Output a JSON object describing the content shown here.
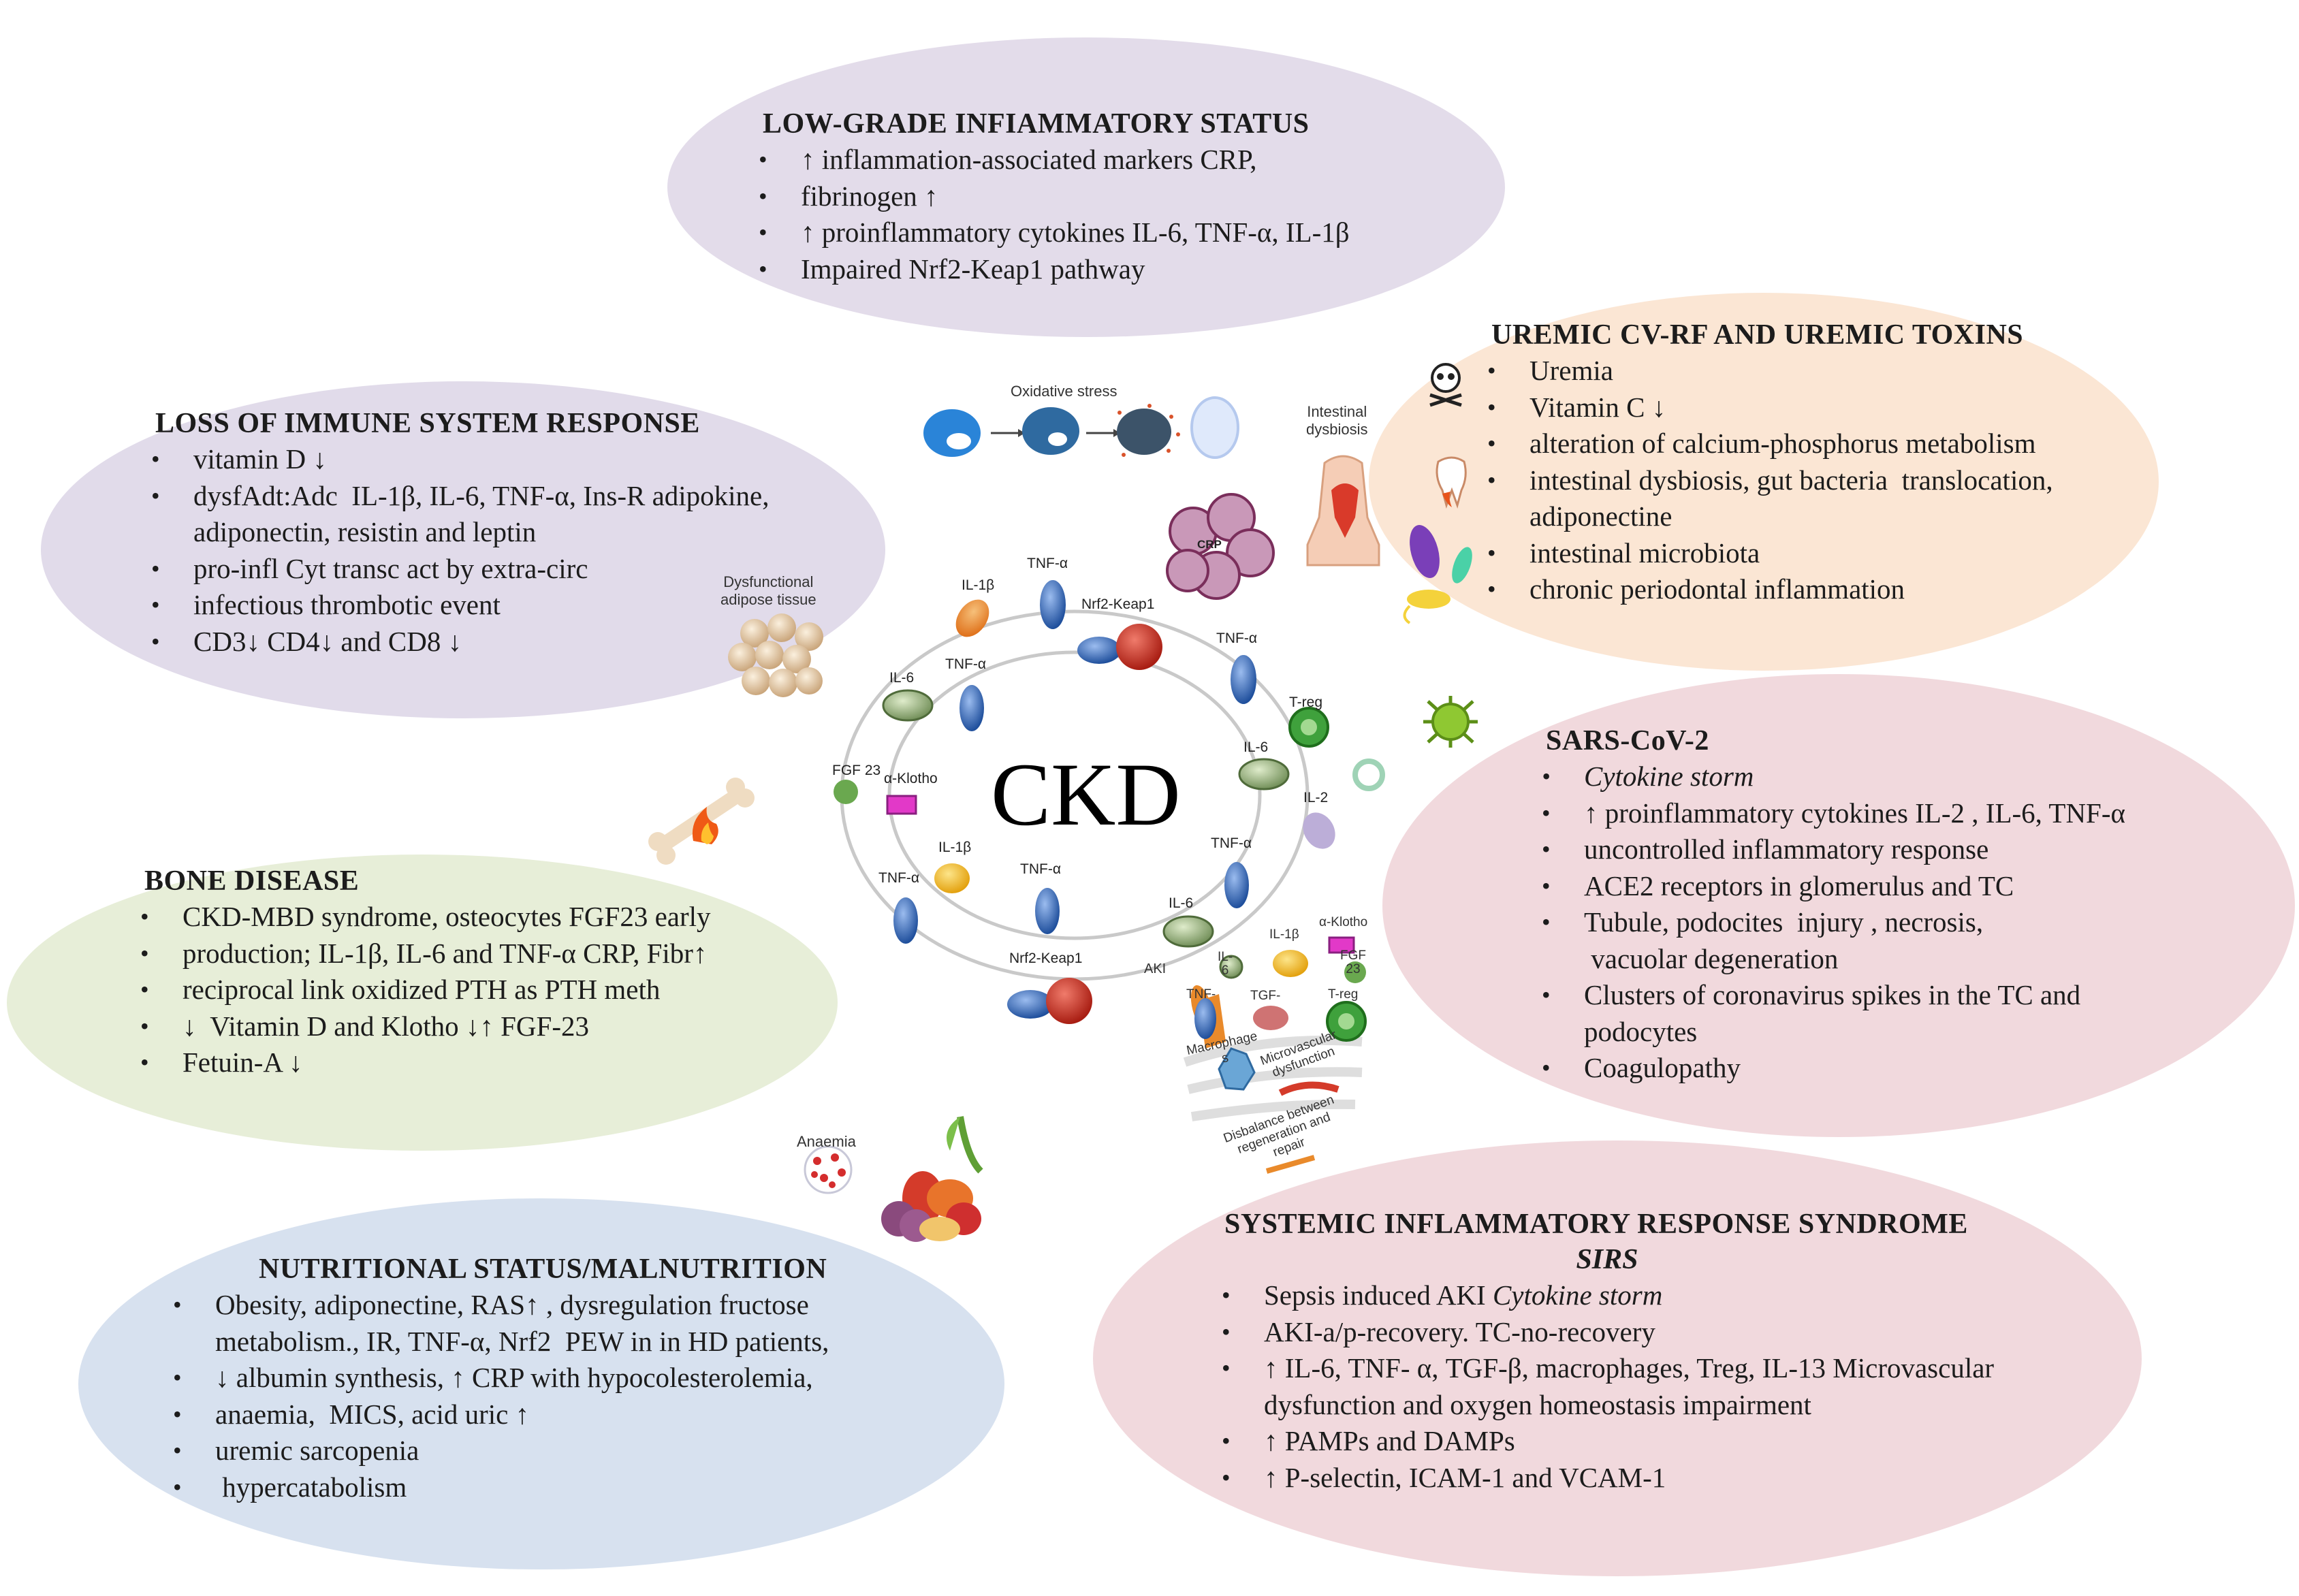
{
  "center_label": "CKD",
  "panels": {
    "inflammatory": {
      "title": "LOW-GRADE INFIAMMATORY STATUS",
      "color": "#e3dcea",
      "items": [
        {
          "text": "↑ inflammation-associated markers CRP,"
        },
        {
          "text": "fibrinogen ↑"
        },
        {
          "text": "↑ proinflammatory cytokines IL-6, TNF-α, IL-1β"
        },
        {
          "text": "Impaired Nrf2-Keap1 pathway"
        }
      ]
    },
    "immune": {
      "title": "LOSS OF IMMUNE SYSTEM RESPONSE",
      "color": "#e1dbea",
      "items": [
        {
          "text": "vitamin D ↓"
        },
        {
          "text": "dysfAdt:Adc  IL-1β, IL-6, TNF-α, Ins-R adipokine,\nadiponectin, resistin and leptin"
        },
        {
          "text": "pro-infl Cyt transc act by extra-circ"
        },
        {
          "text": "infectious thrombotic event"
        },
        {
          "text": "CD3↓ CD4↓ and CD8 ↓"
        }
      ]
    },
    "uremic": {
      "title": "UREMIC CV-RF AND UREMIC TOXINS",
      "color": "#fbe6d4",
      "items": [
        {
          "text": "Uremia"
        },
        {
          "text": "Vitamin C ↓"
        },
        {
          "text": "alteration of calcium-phosphorus metabolism"
        },
        {
          "text": "intestinal dysbiosis, gut bacteria  translocation,\nadiponectine"
        },
        {
          "text": "intestinal microbiota"
        },
        {
          "text": "chronic periodontal inflammation"
        }
      ]
    },
    "bone": {
      "title": "BONE DISEASE",
      "color": "#e7eed8",
      "items": [
        {
          "text": "CKD-MBD syndrome, osteocytes FGF23 early"
        },
        {
          "text": "production; IL-1β, IL-6 and TNF-α CRP, Fibr↑"
        },
        {
          "text": "reciprocal link oxidized PTH as PTH meth"
        },
        {
          "text": "↓  Vitamin D and Klotho ↓↑ FGF-23"
        },
        {
          "text": "Fetuin-A ↓"
        }
      ]
    },
    "sars": {
      "title": "SARS-CoV-2",
      "color": "#f1d9dd",
      "items": [
        {
          "text": "Cytokine storm",
          "italic": true
        },
        {
          "text": "↑ proinflammatory cytokines IL-2 , IL-6, TNF-α"
        },
        {
          "text": "uncontrolled inflammatory response"
        },
        {
          "text": "ACE2 receptors in glomerulus and TC"
        },
        {
          "text": "Tubule, podocites  injury , necrosis,\n vacuolar degeneration"
        },
        {
          "text": "Clusters of coronavirus spikes in the TC and\npodocytes"
        },
        {
          "text": "Coagulopathy"
        }
      ]
    },
    "nutrition": {
      "title": "NUTRITIONAL STATUS/MALNUTRITION",
      "color": "#d7e1ef",
      "items": [
        {
          "text": "Obesity, adiponectine, RAS↑ , dysregulation fructose\nmetabolism., IR, TNF-α, Nrf2  PEW in in HD patients,"
        },
        {
          "text": "↓ albumin synthesis, ↑ CRP with hypocolesterolemia,"
        },
        {
          "text": "anaemia,  MICS, acid uric ↑"
        },
        {
          "text": "uremic sarcopenia"
        },
        {
          "text": " hypercatabolism"
        }
      ]
    },
    "sirs": {
      "title": "SYSTEMIC INFLAMMATORY RESPONSE SYNDROME",
      "subtitle": "SIRS",
      "color": "#f1d9dd",
      "items": [
        {
          "text": "Sepsis induced AKI ",
          "italic_suffix": "Cytokine storm"
        },
        {
          "text": "AKI-a/p-recovery. TC-no-recovery"
        },
        {
          "text": "↑ IL-6, TNF- α, TGF-β, macrophages, Treg, IL-13 Microvascular\ndysfunction and oxygen homeostasis impairment"
        },
        {
          "text": "↑ PAMPs and DAMPs"
        },
        {
          "text": "↑ P-selectin, ICAM-1 and VCAM-1"
        }
      ]
    }
  },
  "ring_labels": {
    "il1b_a": "IL-1β",
    "tnf_a": "TNF-α",
    "nrf2_a": "Nrf2-Keap1",
    "tnf_b": "TNF-α",
    "tnf_c": "TNF-α",
    "il6_a": "IL-6",
    "treg": "T-reg",
    "il6_b": "IL-6",
    "il2": "IL-2",
    "fgf23": "FGF 23",
    "klotho": "α-Klotho",
    "il1b_b": "IL-1β",
    "tnf_d": "TNF-α",
    "tnf_e": "TNF-α",
    "tnf_f": "TNF-α",
    "il6_c": "IL-6",
    "nrf2_b": "Nrf2-Keap1",
    "crp": "CRP"
  },
  "image_labels": {
    "oxidative": "Oxidative stress",
    "intestinal": "Intestinal\ndysbiosis",
    "adipose": "Dysfunctional\nadipose tissue",
    "anaemia": "Anaemia",
    "aki": "AKI",
    "il6": "IL-\n6",
    "il1b": "IL-1β",
    "klotho": "α-Klotho",
    "fgf": "FGF\n23",
    "tnf": "TNF-",
    "tgf": "TGF-",
    "treg": "T-reg",
    "macrophages": "Macrophage\ns",
    "microvascular": "Microvascular\ndysfunction",
    "disbalance": "Disbalance between\nregeneration and\nrepair"
  },
  "icons": [
    "skull-icon",
    "tooth-icon",
    "virus-icon",
    "bone-icon",
    "fire-icon",
    "fruit-basket-icon",
    "bacteria-icon",
    "intestine-icon",
    "adipose-cells-icon",
    "anaemia-cell-icon",
    "kidney-tubule-icon",
    "crp-protein-icon"
  ]
}
